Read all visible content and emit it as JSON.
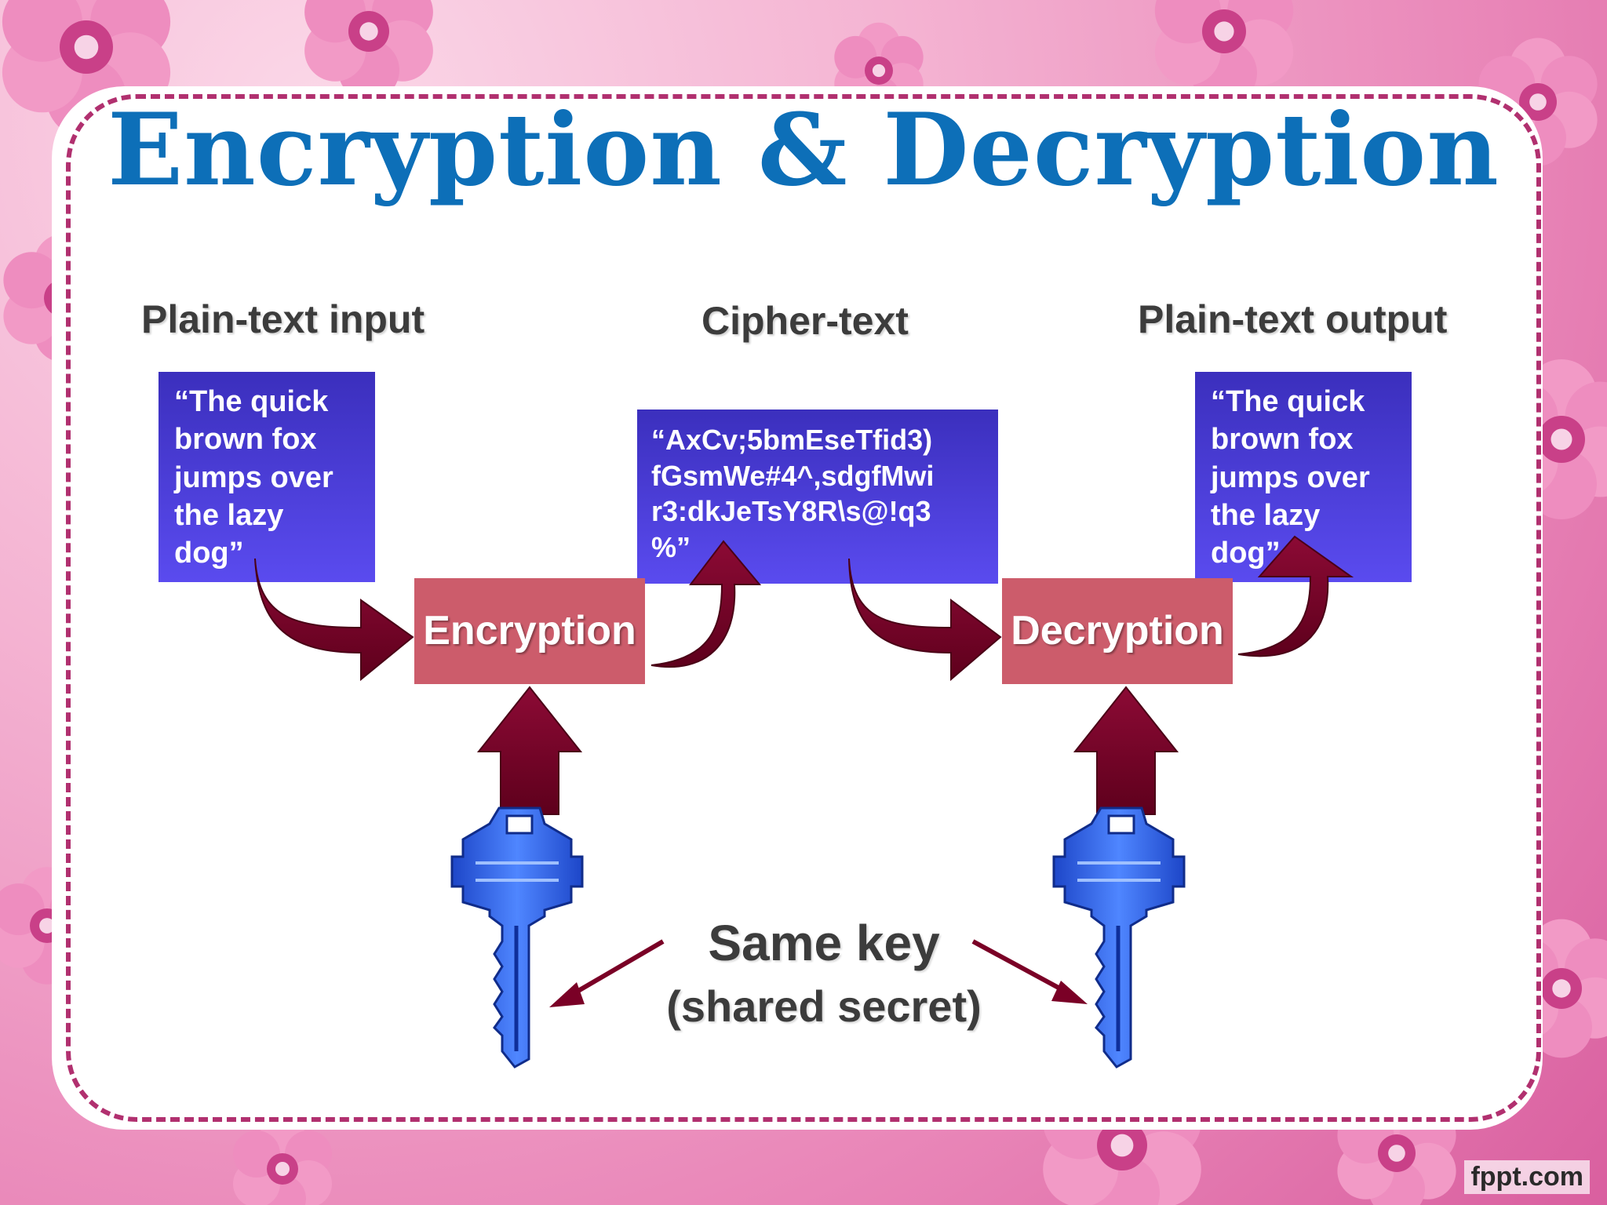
{
  "slide": {
    "title": "Encryption & Decryption",
    "watermark": "fppt.com"
  },
  "columns": {
    "input_label": "Plain-text input",
    "cipher_label": "Cipher-text",
    "output_label": "Plain-text output"
  },
  "boxes": {
    "plain_input": "“The quick\nbrown fox\njumps over\nthe lazy\ndog”",
    "cipher_text": "“AxCv;5bmEseTfid3)\nfGsmWe#4^,sdgfMwi\nr3:dkJeTsY8R\\s@!q3\n%”",
    "plain_output": "“The quick\nbrown fox\njumps over\nthe lazy\ndog”"
  },
  "process": {
    "encryption_label": "Encryption",
    "decryption_label": "Decryption"
  },
  "key": {
    "main_label": "Same key",
    "sub_label": "(shared secret)"
  },
  "colors": {
    "title": "#0d6fb8",
    "text_box": "#4a3ee0",
    "process_box": "#cc5c6b",
    "arrow": "#7a0026",
    "key": "#2f62e6",
    "border": "#b1306f"
  },
  "icons": [
    "flower-decoration",
    "curved-arrow",
    "up-arrow",
    "key-icon"
  ]
}
